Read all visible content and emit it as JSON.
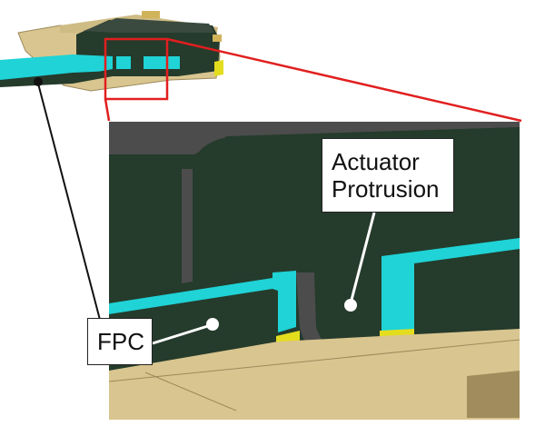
{
  "labels": {
    "actuator_line1": "Actuator",
    "actuator_line2": "Protrusion",
    "fpc": "FPC"
  },
  "colors": {
    "dark_green": "#253b2c",
    "cyan": "#1fd3d6",
    "beige": "#d9c58f",
    "gray": "#4c4c4c",
    "yellow": "#e4dd1e",
    "tan": "#a08c5c",
    "red": "#e11f1f"
  }
}
